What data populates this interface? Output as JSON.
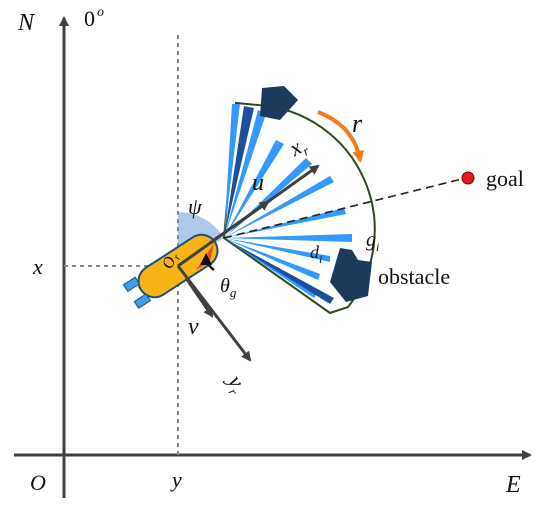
{
  "labels": {
    "north": "N",
    "heading_zero": "0",
    "heading_zero_sup": "o",
    "east": "E",
    "origin": "O",
    "x_coord": "x",
    "y_coord": "y",
    "heading_angle": "ψ",
    "surge": "u",
    "sway": "v",
    "yaw_rate": "r",
    "body_x_main": "x",
    "body_x_sub": "r",
    "body_y_main": "y",
    "body_y_sub": "r",
    "goal_angle_main": "θ",
    "goal_angle_sub": "g",
    "ray_gap_main": "g",
    "ray_gap_sub": "i",
    "ray_dist_main": "d",
    "ray_dist_sub": "i",
    "body_origin_main": "O",
    "body_origin_sub": "r",
    "goal": "goal",
    "obstacle": "obstacle"
  },
  "colors": {
    "axis": "#404040",
    "ray_fill": "#3399ff",
    "sector_outline": "#2e4a1a",
    "vessel_body": "#f7b416",
    "vessel_outline": "#1f4f7a",
    "obstacle": "#1b3a5c",
    "goal_marker": "#e01b1b",
    "yaw_arrow": "#f07d1a",
    "heading_wedge": "#6e9cd8",
    "goal_wedge": "#e0551b",
    "guide_lines": "#888888"
  }
}
